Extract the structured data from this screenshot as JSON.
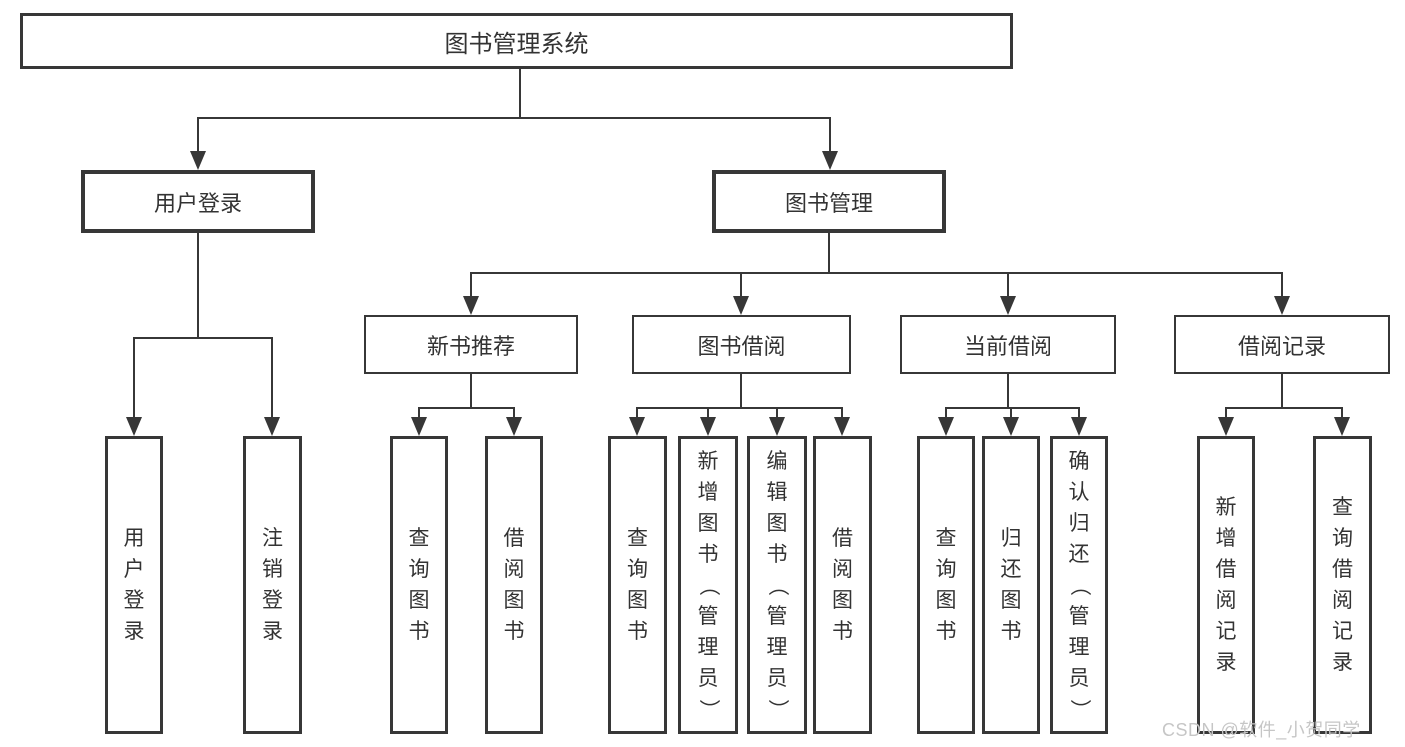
{
  "diagram": {
    "title": "图书管理系统",
    "colors": {
      "line": "#373737",
      "text": "#333333",
      "background": "#ffffff",
      "watermark": "#c6c6c6"
    },
    "root": {
      "label": "图书管理系统"
    },
    "level2": [
      {
        "label": "用户登录",
        "parent": "图书管理系统"
      },
      {
        "label": "图书管理",
        "parent": "图书管理系统"
      }
    ],
    "level3": [
      {
        "label": "新书推荐",
        "parent": "图书管理"
      },
      {
        "label": "图书借阅",
        "parent": "图书管理"
      },
      {
        "label": "当前借阅",
        "parent": "图书管理"
      },
      {
        "label": "借阅记录",
        "parent": "图书管理"
      }
    ],
    "leaves": [
      {
        "label": "用户登录",
        "parent": "用户登录"
      },
      {
        "label": "注销登录",
        "parent": "用户登录"
      },
      {
        "label": "查询图书",
        "parent": "新书推荐"
      },
      {
        "label": "借阅图书",
        "parent": "新书推荐"
      },
      {
        "label": "查询图书",
        "parent": "图书借阅"
      },
      {
        "label": "新增图书（管理员）",
        "parent": "图书借阅"
      },
      {
        "label": "编辑图书（管理员）",
        "parent": "图书借阅"
      },
      {
        "label": "借阅图书",
        "parent": "图书借阅"
      },
      {
        "label": "查询图书",
        "parent": "当前借阅"
      },
      {
        "label": "归还图书",
        "parent": "当前借阅"
      },
      {
        "label": "确认归还（管理员）",
        "parent": "当前借阅"
      },
      {
        "label": "新增借阅记录",
        "parent": "借阅记录"
      },
      {
        "label": "查询借阅记录",
        "parent": "借阅记录"
      }
    ],
    "watermark": "CSDN @软件_小贺同学"
  }
}
